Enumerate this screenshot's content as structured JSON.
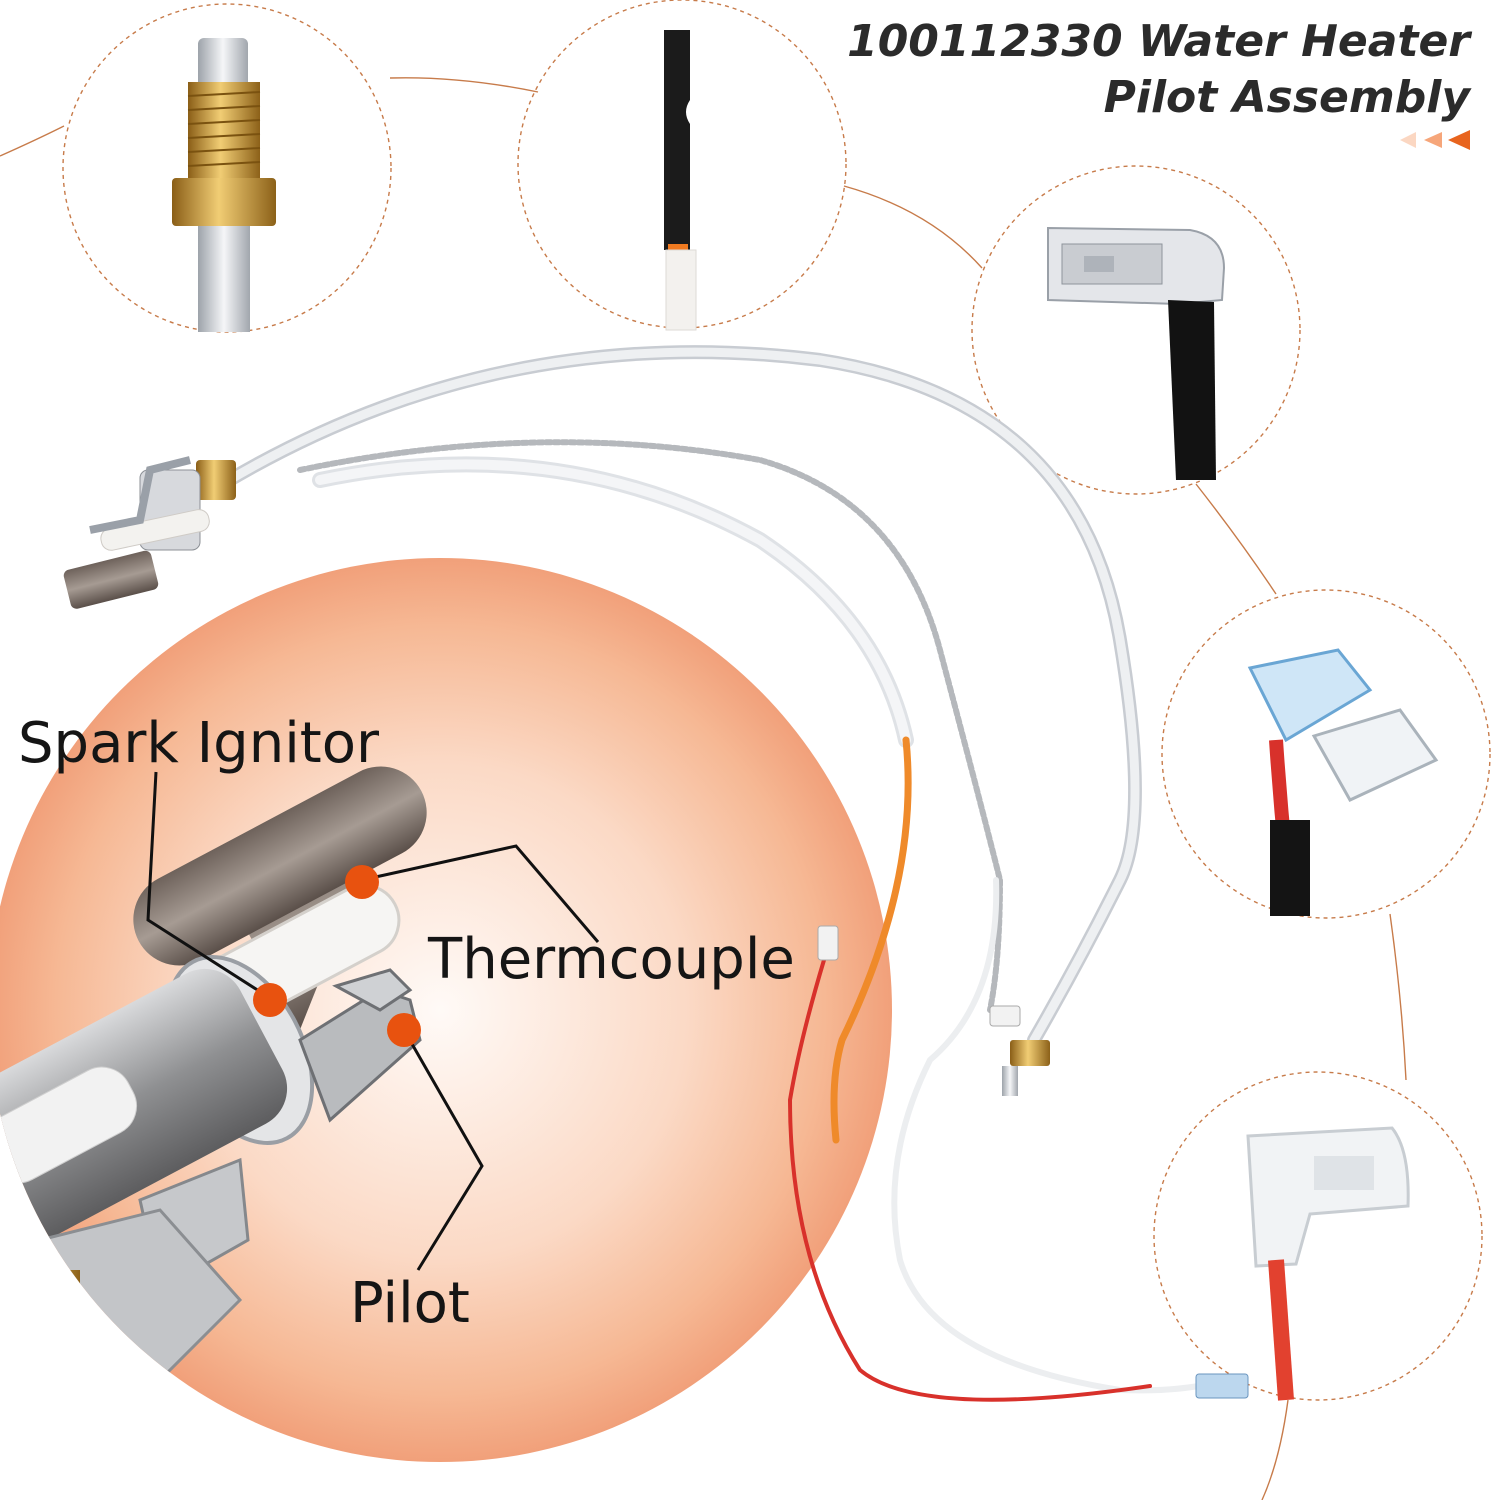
{
  "title": {
    "line1": "100112330 Water Heater",
    "line2": "Pilot Assembly"
  },
  "labels": {
    "spark_ignitor": "Spark Ignitor",
    "thermocouple": "Thermcouple",
    "pilot": "Pilot"
  },
  "colors": {
    "accent": "#e8641e",
    "callout_dot": "#e8520f",
    "callout_line": "#c77b4a",
    "glow": "#f4b28f",
    "wire_white": "#e3e6ea",
    "wire_red": "#d8312b",
    "wire_orange": "#ef8a2a",
    "brass": "#c99a3b"
  }
}
